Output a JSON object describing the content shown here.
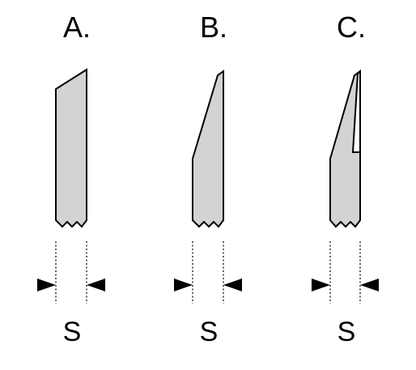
{
  "colors": {
    "blade_fill": "#d3d3d3",
    "outline": "#000000",
    "background": "#ffffff"
  },
  "panels": [
    {
      "label": "A.",
      "dimension_label": "S",
      "blade_profile": "flat-angled-tip"
    },
    {
      "label": "B.",
      "dimension_label": "S",
      "blade_profile": "long-taper"
    },
    {
      "label": "C.",
      "dimension_label": "S",
      "blade_profile": "taper-with-notch"
    }
  ]
}
